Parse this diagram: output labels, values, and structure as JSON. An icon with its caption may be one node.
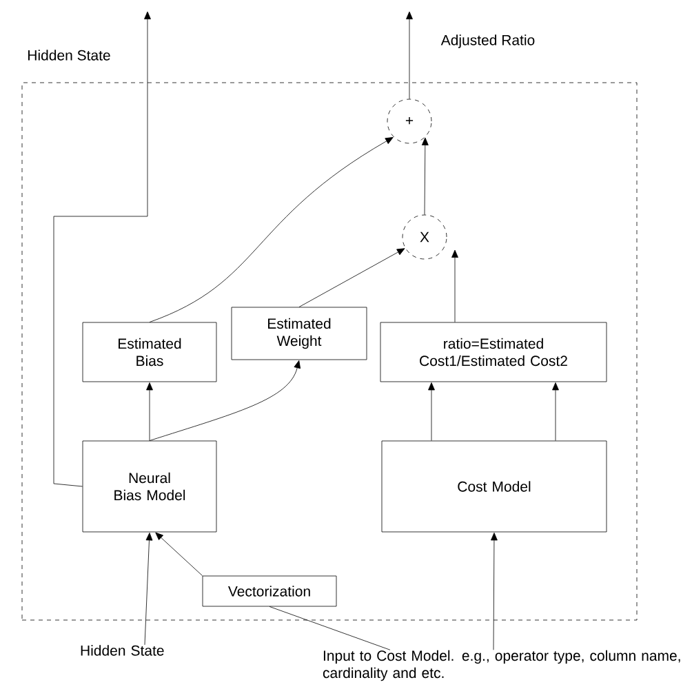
{
  "diagram": {
    "nodes": [
      {
        "text": [],
        "shape": "box"
      },
      {
        "text": [
          "+"
        ],
        "in": 0
      },
      {
        "text": [
          "X"
        ],
        "in": 0
      },
      {
        "text": [
          "Estimated Bias"
        ],
        "in": 0
      },
      {
        "text": [
          "Estimated Weight"
        ],
        "in": 0
      },
      {
        "text": [
          "ratio=Estimated Cost1/Estimated Cost2"
        ],
        "in": 0
      },
      {
        "text": [
          "Neural Bias Model"
        ],
        "in": 0
      },
      {
        "text": [
          "Cost Model"
        ],
        "in": 0
      },
      {
        "text": [
          "Vectorization"
        ],
        "in": 0
      },
      {
        "text": [
          "Hidden State"
        ]
      },
      {
        "text": [
          "Input to Cost Model. e.g., operator type, column name, cardinality and etc."
        ]
      }
    ],
    "edges": [
      {
        "from": 6,
        "to": null,
        "arrow": "to",
        "label": "Hidden State"
      },
      {
        "from": 1,
        "to": null,
        "arrow": "to",
        "label": "Adjusted Ratio"
      },
      {
        "from": 3,
        "to": 1,
        "arrow": "to"
      },
      {
        "from": 2,
        "to": 1,
        "arrow": "to"
      },
      {
        "from": 4,
        "to": 2,
        "arrow": "to"
      },
      {
        "from": 5,
        "to": 2,
        "arrow": "to"
      },
      {
        "from": 6,
        "to": 3,
        "arrow": "to"
      },
      {
        "from": 6,
        "to": 4,
        "arrow": "to"
      },
      {
        "from": 7,
        "to": 5,
        "arrow": "to"
      },
      {
        "from": 7,
        "to": 5,
        "arrow": "to"
      },
      {
        "from": 9,
        "to": 6,
        "arrow": "to"
      },
      {
        "from": 8,
        "to": 6,
        "arrow": "to"
      },
      {
        "from": 10,
        "to": 8,
        "arrow": "none"
      },
      {
        "from": 10,
        "to": 7,
        "arrow": "to"
      }
    ]
  }
}
